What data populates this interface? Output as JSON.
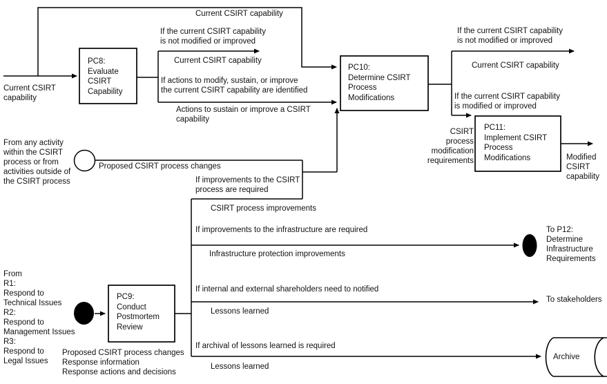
{
  "diagram": {
    "background_color": "#ffffff",
    "line_color": "#000000",
    "text_color": "#111111",
    "boxes": {
      "pc8": "PC8:\nEvaluate\nCSIRT\nCapability",
      "pc9": "PC9:\nConduct\nPostmortem\nReview",
      "pc10": "PC10:\nDetermine CSIRT\nProcess\nModifications",
      "pc11": "PC11:\nImplement CSIRT\nProcess\nModifications"
    },
    "terminators": {
      "archive": "Archive",
      "to_p12": "To P12:\nDetermine\nInfrastructure\nRequirements",
      "to_stakeholders": "To stakeholders"
    },
    "labels": {
      "input_capability": "Current CSIRT\ncapability",
      "top_rail_capability": "Current CSIRT capability",
      "pc8_exit_condition": "If the current CSIRT capability\nis not modified or improved",
      "pc8_exit_capability": "Current CSIRT capability",
      "pc8_actions_condition": "If actions to modify, sustain, or improve\nthe current CSIRT capability are identified",
      "pc8_actions_label": "Actions to sustain or improve a CSIRT\ncapability",
      "source_any_activity": "From any activity\nwithin the CSIRT\nprocess or from\nactivities outside of\nthe CSIRT process",
      "proposed_changes": "Proposed CSIRT process changes",
      "improvements_condition": "If improvements to the CSIRT\nprocess are required",
      "improvements_label": "CSIRT process improvements",
      "infrastructure_condition": "If improvements to the infrastructure are required",
      "infrastructure_label": "Infrastructure protection improvements",
      "stakeholders_condition": "If internal and external shareholders need to notified",
      "lessons_learned_stakeholders": "Lessons learned",
      "archival_condition": "If archival of lessons learned is required",
      "lessons_learned_archive": "Lessons learned",
      "pc10_exit_condition": "If the current CSIRT capability\nis not modified or improved",
      "pc10_exit_capability": "Current CSIRT capability",
      "pc10_modified_condition": "If the current CSIRT capability\nis modified or improved",
      "modification_requirements": "CSIRT\nprocess\nmodification\nrequirements",
      "modified_capability": "Modified\nCSIRT\ncapability",
      "source_r_processes": "From\nR1:\nRespond to\nTechnical Issues\nR2:\nRespond to\nManagement Issues\nR3:\nRespond to\nLegal Issues",
      "pc9_outputs": "Proposed CSIRT process changes\nResponse information\nResponse actions and decisions"
    }
  }
}
